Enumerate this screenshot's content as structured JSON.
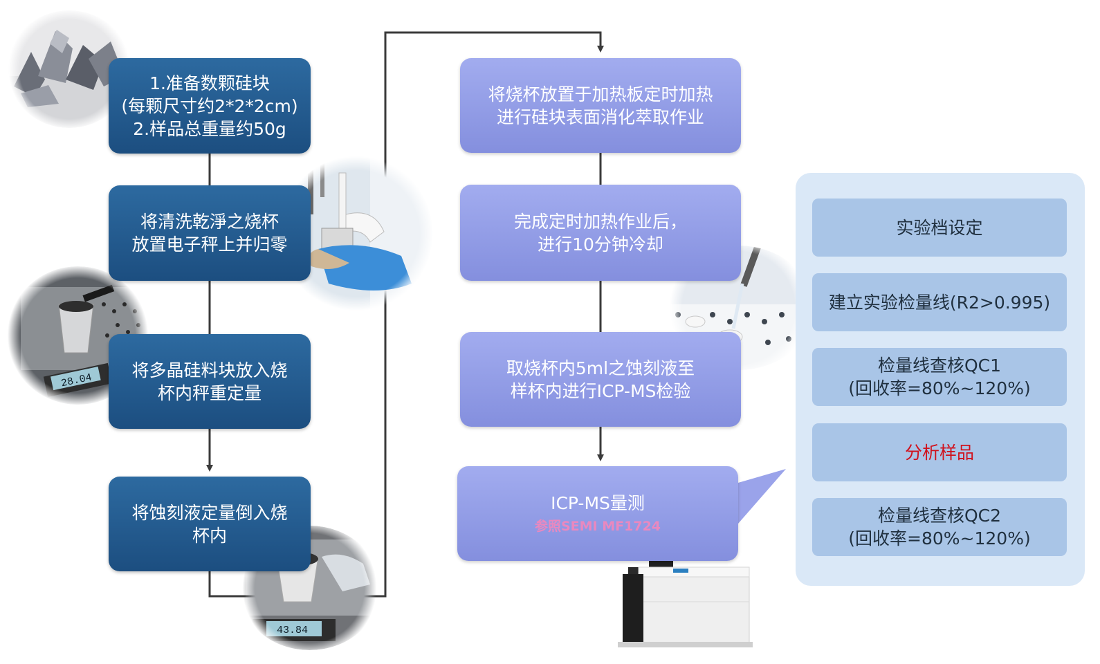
{
  "left_column": [
    {
      "lines": [
        "1.准备数颗硅块",
        "(每颗尺寸约2*2*2cm)",
        "2.样品总重量约50g"
      ]
    },
    {
      "lines": [
        "将清洗乾淨之烧杯",
        "放置电子秤上并归零"
      ]
    },
    {
      "lines": [
        "将多晶硅料块放入烧",
        "杯内秤重定量"
      ]
    },
    {
      "lines": [
        "将蚀刻液定量倒入烧",
        "杯内"
      ]
    }
  ],
  "right_column": [
    {
      "lines": [
        "将烧杯放置于加热板定时加热",
        "进行硅块表面消化萃取作业"
      ]
    },
    {
      "lines": [
        "完成定时加热作业后，",
        "进行10分钟冷却"
      ]
    },
    {
      "lines": [
        "取烧杯内5ml之蚀刻液至",
        "样杯内进行ICP-MS检验"
      ]
    },
    {
      "lines": [
        "ICP-MS量测"
      ],
      "subtitle": "参照SEMI MF1724"
    }
  ],
  "side_panel": {
    "items": [
      {
        "lines": [
          "实验档设定"
        ],
        "color": "#20303f"
      },
      {
        "lines": [
          "建立实验检量线(R2>0.995)"
        ],
        "color": "#20303f"
      },
      {
        "lines": [
          "检量线查核QC1",
          "(回收率=80%~120%)"
        ],
        "color": "#20303f"
      },
      {
        "lines": [
          "分析样品"
        ],
        "color": "#d0111c"
      },
      {
        "lines": [
          "检量线查核QC2",
          "(回收率=80%~120%)"
        ],
        "color": "#20303f"
      }
    ]
  },
  "scale_readings": {
    "scale_1": "28.04",
    "scale_2": "43.84"
  },
  "colors": {
    "dark_box": "#1c4e80",
    "purple_box": "#8f99e4",
    "panel_bg": "#dae8f7",
    "panel_item": "#a9c5e7",
    "connector": "#3a3a3a",
    "accent_red": "#d0111c",
    "subtitle_pink": "#ea88bf"
  }
}
